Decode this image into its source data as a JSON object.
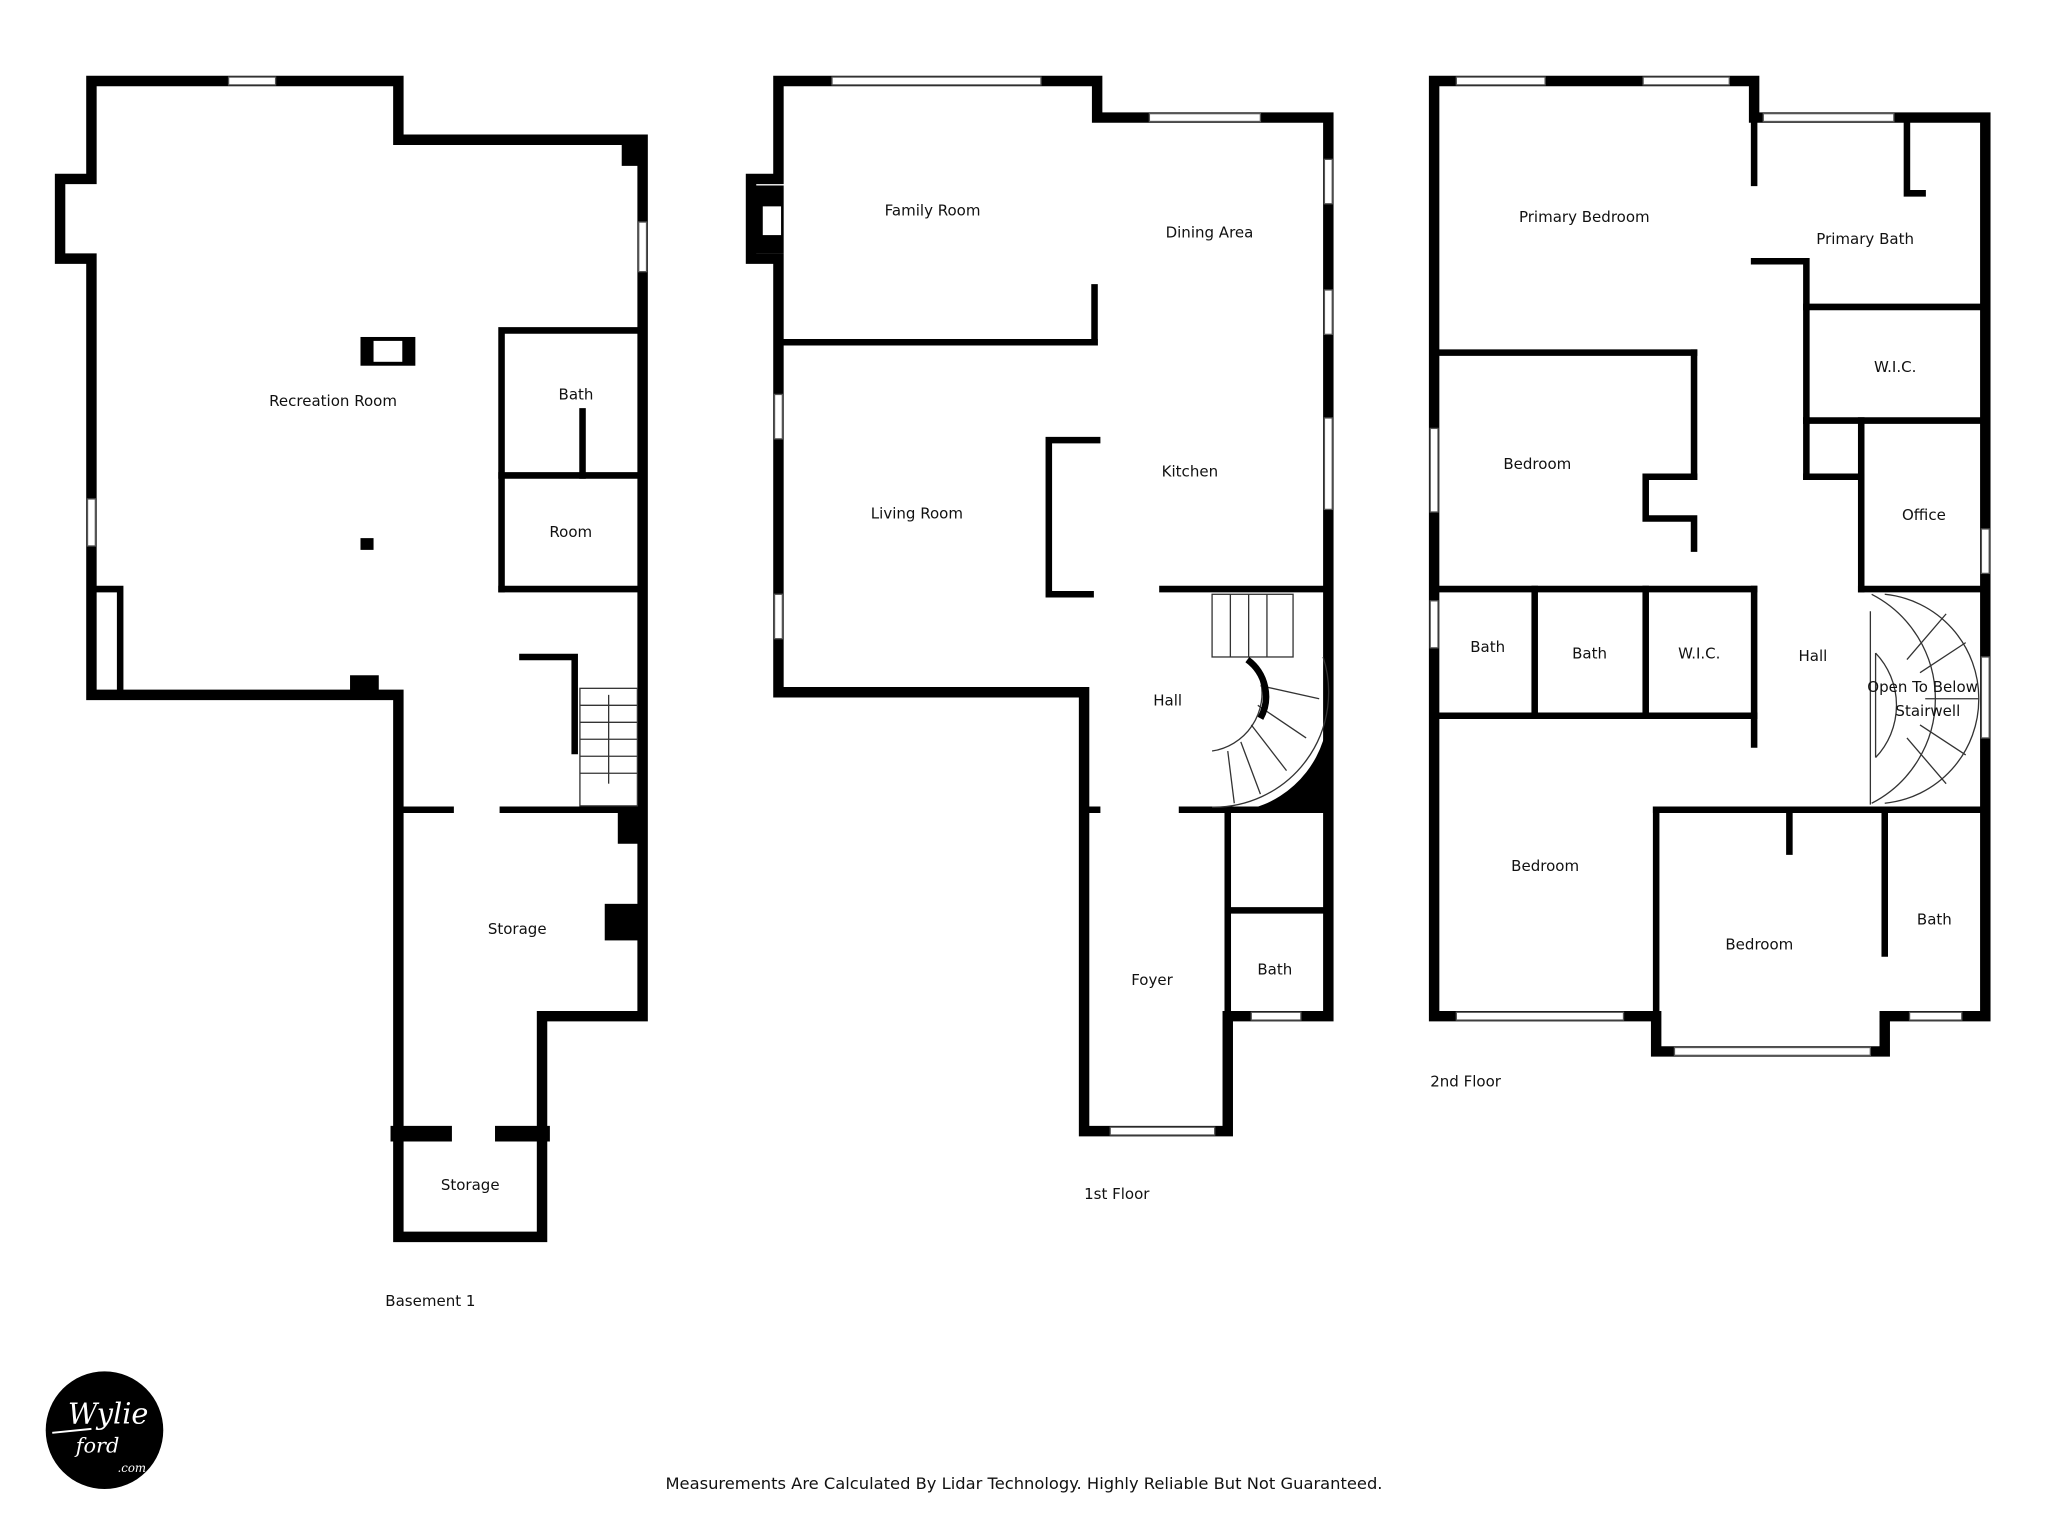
{
  "floors": [
    {
      "name": "Basement 1",
      "rooms": [
        "Recreation Room",
        "Bath",
        "Room",
        "Storage",
        "Storage"
      ]
    },
    {
      "name": "1st Floor",
      "rooms": [
        "Family Room",
        "Dining Area",
        "Living Room",
        "Kitchen",
        "Hall",
        "Foyer",
        "Bath"
      ]
    },
    {
      "name": "2nd Floor",
      "rooms": [
        "Primary Bedroom",
        "Primary Bath",
        "W.I.C.",
        "Bedroom",
        "Office",
        "Bath",
        "Bath",
        "W.I.C.",
        "Hall",
        "Open To Below",
        "Stairwell",
        "Bedroom",
        "Bedroom",
        "Bath"
      ]
    }
  ],
  "logo": {
    "text": "Wylie Ford .com"
  },
  "footer": "Measurements Are Calculated By Lidar Technology. Highly Reliable But Not Guaranteed.",
  "colors": {
    "walls": "#000000",
    "background": "#ffffff"
  }
}
